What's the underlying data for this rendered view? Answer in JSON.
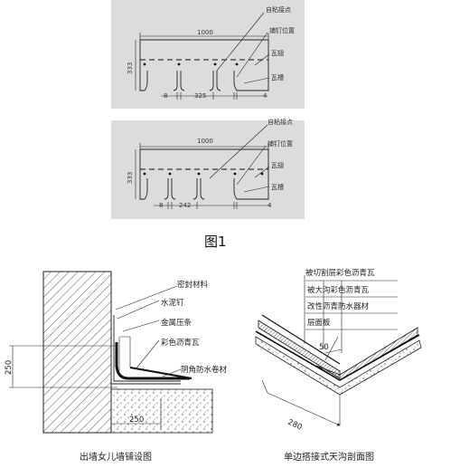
{
  "figure_label": "图1",
  "diagram_a": {
    "labels": {
      "self_adhesive": "自粘接点",
      "nail_position": "铺钉位置",
      "tab": "瓦翅",
      "slot": "瓦槽"
    },
    "dims": {
      "width": "1000",
      "height": "333",
      "left": "8",
      "tab": "325",
      "right": "4"
    }
  },
  "diagram_b": {
    "labels": {
      "self_adhesive": "自粘接点",
      "nail_position": "铺钉位置",
      "tab": "瓦翅",
      "slot": "瓦槽"
    },
    "dims": {
      "width": "1000",
      "height": "333",
      "left": "8",
      "tab": "242",
      "right": "4"
    }
  },
  "parapet": {
    "labels": {
      "sealant": "密封材料",
      "cement_nail": "水泥钉",
      "metal_strip": "金属压条",
      "shingle": "彩色沥青瓦",
      "corner_membrane": "阴角防水卷材"
    },
    "dims": {
      "vertical": "250",
      "horizontal": "250"
    },
    "caption": "出墙女儿墙铺设图"
  },
  "valley": {
    "labels": {
      "cut_shingle": "被切割层彩色沥青瓦",
      "valley_shingle": "被大沟彩色沥青瓦",
      "modified_membrane": "改性沥青防水器材",
      "deck": "层面板"
    },
    "dims": {
      "width": "280",
      "overlap": "50"
    },
    "caption": "单边搭接式天沟剖面图"
  }
}
